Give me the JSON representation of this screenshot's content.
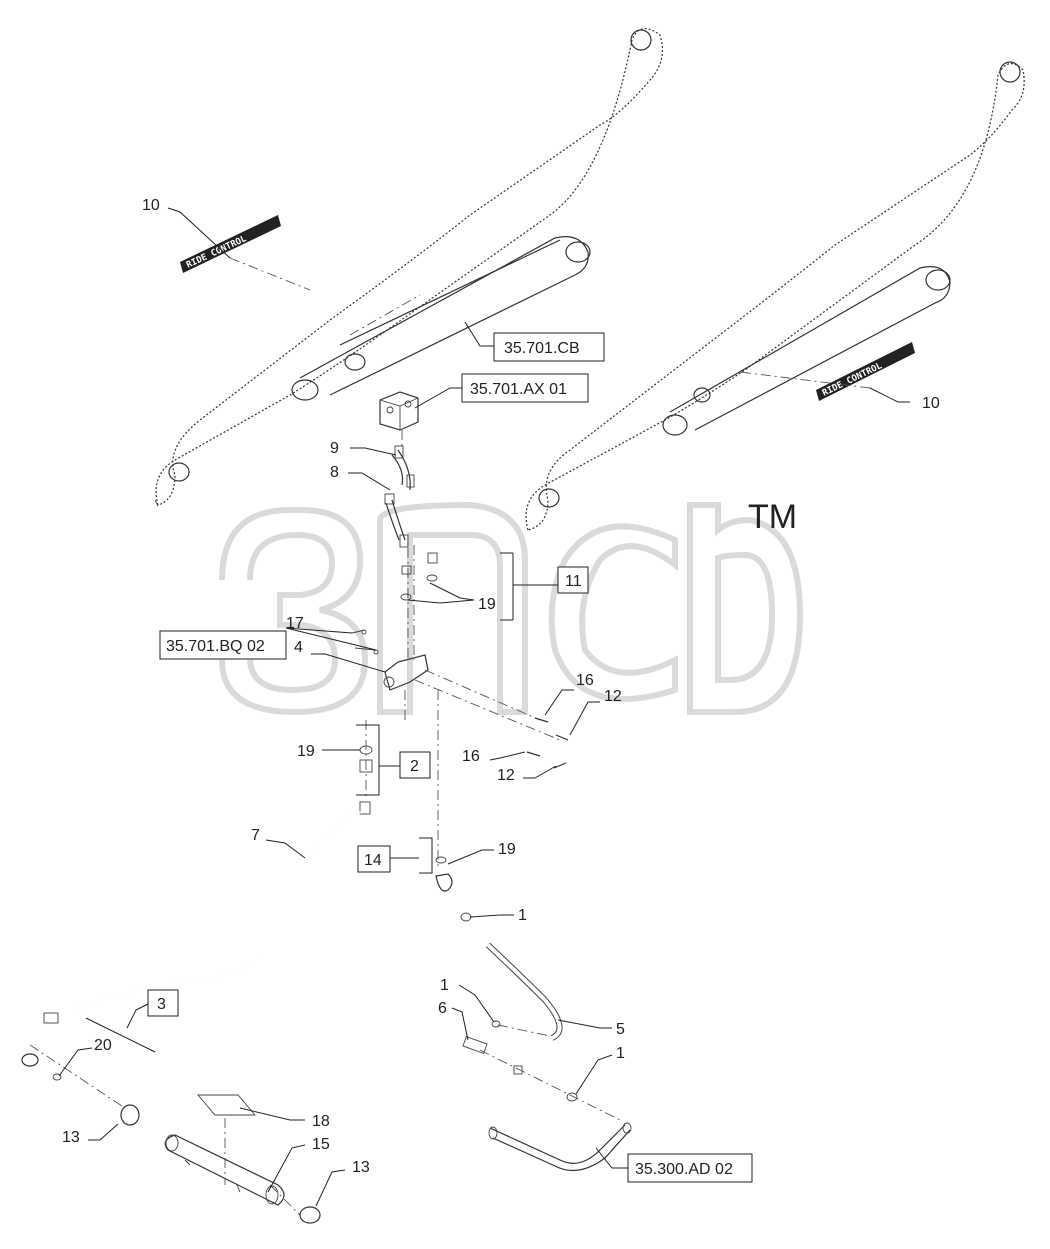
{
  "watermark": {
    "tm": "TM"
  },
  "decals": {
    "text": "RIDE CONTROL"
  },
  "ref_boxes": [
    {
      "id": "ref-35-701-cb",
      "text": "35.701.CB"
    },
    {
      "id": "ref-35-701-ax-01",
      "text": "35.701.AX 01"
    },
    {
      "id": "ref-35-701-bq-02",
      "text": "35.701.BQ 02"
    },
    {
      "id": "ref-35-300-ad-02",
      "text": "35.300.AD 02"
    }
  ],
  "assembly_boxes": [
    "11",
    "2",
    "14",
    "3"
  ],
  "callouts": [
    "10",
    "10",
    "9",
    "8",
    "19",
    "17",
    "4",
    "16",
    "12",
    "19",
    "16",
    "12",
    "7",
    "19",
    "1",
    "1",
    "6",
    "5",
    "1",
    "20",
    "18",
    "13",
    "15",
    "13"
  ]
}
